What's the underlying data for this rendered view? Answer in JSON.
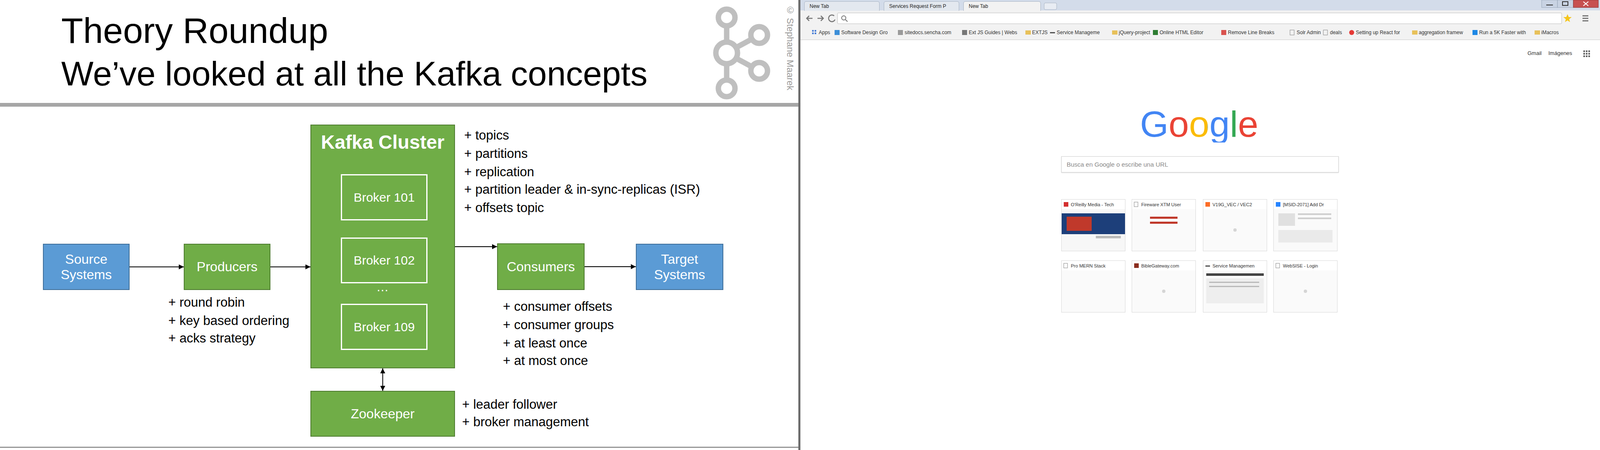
{
  "diagram": {
    "title": "Theory Roundup",
    "nodes": [
      {
        "text": [
          "Source Systems"
        ]
      },
      {
        "text": [
          "Producers"
        ]
      },
      {
        "text": [
          "Kafka Cluster"
        ]
      },
      {
        "text": [
          "Broker 101"
        ],
        "in": 2
      },
      {
        "text": [
          "Broker 102"
        ],
        "in": 2
      },
      {
        "text": [
          "Broker 109"
        ],
        "in": 2
      },
      {
        "text": [
          "Consumers"
        ]
      },
      {
        "text": [
          "Target Systems"
        ]
      },
      {
        "text": [
          "Zookeeper"
        ]
      },
      {
        "text": [
          "New Tab"
        ]
      },
      {
        "text": [
          "Services Request Form P"
        ]
      },
      {
        "text": [
          "New Tab"
        ]
      },
      {
        "text": [
          "Busca en Google o escribe una URL"
        ]
      },
      {
        "text": [
          "O'Reilly Media - Tech"
        ]
      },
      {
        "text": [
          "Fireware XTM User"
        ]
      },
      {
        "text": [
          "V19G_VEC / VEC2"
        ]
      },
      {
        "text": [
          "[MSID-2071] Add Dr"
        ]
      },
      {
        "text": [
          "Pro MERN Stack"
        ]
      },
      {
        "text": [
          "BibleGateway.com"
        ]
      },
      {
        "text": [
          "Service Managemen"
        ]
      },
      {
        "text": [
          "WebSISE - Login"
        ]
      }
    ],
    "edges": [
      {
        "from": 0,
        "to": 1,
        "arrow": "to"
      },
      {
        "from": 1,
        "to": 2,
        "arrow": "to"
      },
      {
        "from": 2,
        "to": 6,
        "arrow": "to"
      },
      {
        "from": 6,
        "to": 7,
        "arrow": "to"
      },
      {
        "from": 2,
        "to": 8,
        "arrow": "both"
      }
    ],
    "labels": [
      "We’ve looked at all the Kafka concepts",
      "© Stephane Maarek",
      "+ topics",
      "+ partitions",
      "+ replication",
      "+ partition leader & in-sync-replicas (ISR)",
      "+ offsets topic",
      "+ round robin",
      "+ key based ordering",
      "+ acks strategy",
      "+ consumer offsets",
      "+ consumer groups",
      "+ at least once",
      "+ at most once",
      "+ leader follower",
      "+ broker management",
      "…",
      "Apps",
      "Software Design Gro",
      "sitedocs.sencha.com",
      "Ext JS Guides | Webs",
      "EXTJS",
      "Service Manageme",
      "jQuery-project",
      "Online HTML Editor",
      "Remove Line Breaks",
      "Solr Admin",
      "deals",
      "Setting up React for",
      "aggregation framew",
      "Run a 5K Faster with",
      "iMacros",
      "Gmail",
      "Imágenes",
      "Google"
    ]
  }
}
